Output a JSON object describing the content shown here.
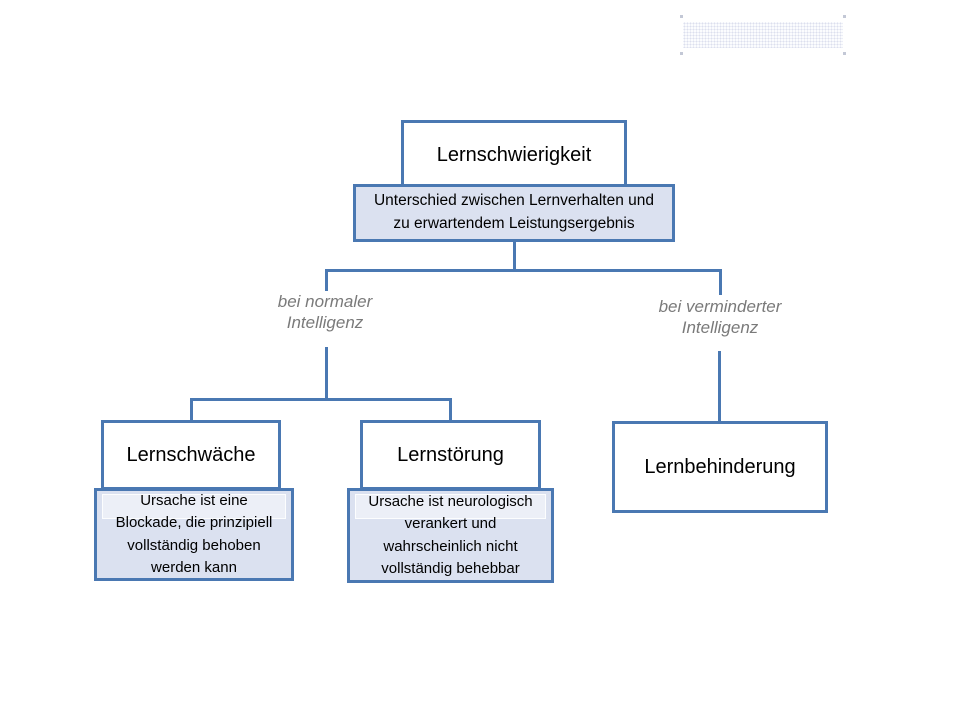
{
  "palette": {
    "node_border": "#4a78b2",
    "connector": "#4a78b2",
    "node_fill": "#ffffff",
    "note_fill": "#dbe1f0",
    "branch_label_text": "#7a7a7a",
    "text": "#000000",
    "background": "#ffffff"
  },
  "diagram": {
    "root": {
      "title": "Lernschwierigkeit",
      "definition": "Unterschied zwischen Lernverhalten und\nzu erwartendem Leistungsergebnis"
    },
    "branches": [
      {
        "label": "bei normaler\nIntelligenz"
      },
      {
        "label": "bei verminderter\nIntelligenz"
      }
    ],
    "leaves": [
      {
        "title": "Lernschwäche",
        "note": "Ursache ist eine\nBlockade, die prinzipiell\nvollständig behoben\nwerden kann"
      },
      {
        "title": "Lernstörung",
        "note": "Ursache ist neurologisch\nverankert und\nwahrscheinlich nicht\nvollständig behebbar"
      },
      {
        "title": "Lernbehinderung"
      }
    ]
  }
}
